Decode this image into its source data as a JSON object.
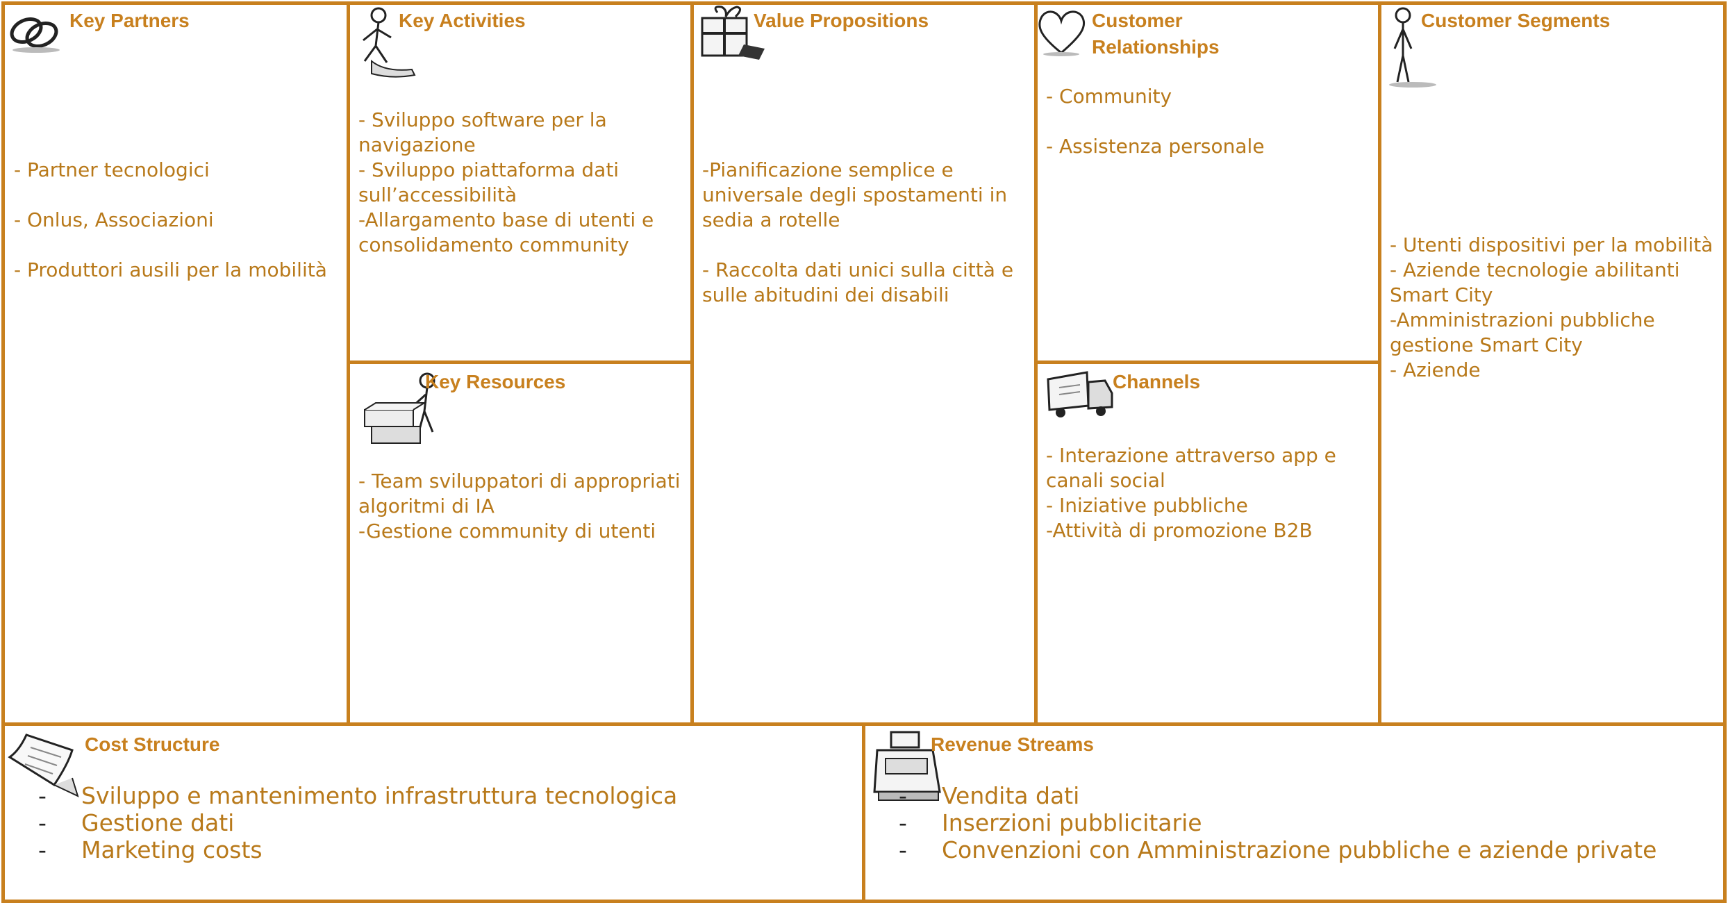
{
  "colors": {
    "border": "#c8801e",
    "title": "#c8801e",
    "text": "#b8791a"
  },
  "blocks": {
    "key_partners": {
      "title": "Key Partners",
      "icon": "chain-links-icon",
      "lines": [
        "- Partner tecnologici",
        "",
        "- Onlus, Associazioni",
        "",
        "- Produttori ausili per la mobilità"
      ]
    },
    "key_activities": {
      "title": "Key Activities",
      "icon": "worker-icon",
      "lines": [
        "- Sviluppo software per la",
        "navigazione",
        "- Sviluppo piattaforma dati",
        "sull’accessibilità",
        "-Allargamento base di utenti e",
        "consolidamento community"
      ]
    },
    "key_resources": {
      "title": "Key Resources",
      "icon": "person-with-crates-icon",
      "lines": [
        "- Team sviluppatori di appropriati",
        "algoritmi di IA",
        "-Gestione community di utenti"
      ]
    },
    "value_propositions": {
      "title": "Value Propositions",
      "icon": "gift-box-icon",
      "lines": [
        "-Pianificazione semplice e",
        "universale degli spostamenti in",
        "sedia a rotelle",
        "",
        "- Raccolta dati unici sulla città e",
        "sulle abitudini dei disabili"
      ]
    },
    "customer_relationships": {
      "title": "Customer\nRelationships",
      "icon": "heart-icon",
      "lines": [
        "- Community",
        "",
        "- Assistenza personale"
      ]
    },
    "channels": {
      "title": "Channels",
      "icon": "truck-icon",
      "lines": [
        "- Interazione attraverso app e",
        "canali social",
        "- Iniziative pubbliche",
        "-Attività di promozione B2B"
      ]
    },
    "customer_segments": {
      "title": "Customer Segments",
      "icon": "standing-person-icon",
      "lines": [
        "- Utenti dispositivi per la mobilità",
        "- Aziende tecnologie abilitanti",
        "Smart City",
        "-Amministrazioni pubbliche",
        "gestione Smart City",
        "- Aziende"
      ]
    },
    "cost_structure": {
      "title": "Cost Structure",
      "icon": "receipt-icon",
      "bullets": [
        "Sviluppo e mantenimento infrastruttura tecnologica",
        "Gestione dati",
        "Marketing costs"
      ]
    },
    "revenue_streams": {
      "title": "Revenue Streams",
      "icon": "cash-register-icon",
      "bullets": [
        "Vendita dati",
        "Inserzioni pubblicitarie",
        "Convenzioni con Amministrazione pubbliche e aziende private"
      ]
    }
  },
  "bullet_marker": "-"
}
